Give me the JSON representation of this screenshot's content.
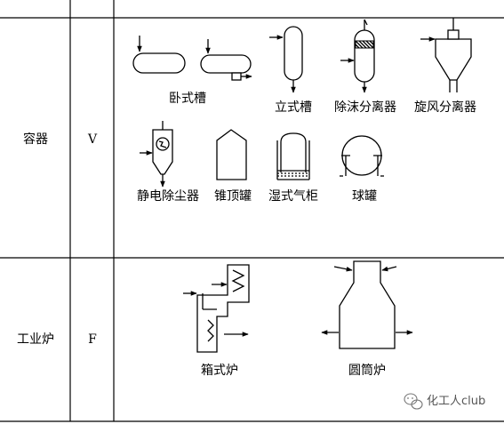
{
  "rows": [
    {
      "category": "容器",
      "code": "V",
      "symbols": [
        {
          "id": "horizontal-tank",
          "label": "卧式槽",
          "icon": "horizontal-tank-icon"
        },
        {
          "id": "vertical-tank",
          "label": "立式槽",
          "icon": "vertical-tank-icon"
        },
        {
          "id": "demister-separator",
          "label": "除沫分离器",
          "icon": "demister-separator-icon"
        },
        {
          "id": "cyclone-separator",
          "label": "旋风分离器",
          "icon": "cyclone-separator-icon"
        },
        {
          "id": "electrostatic-precipitator",
          "label": "静电除尘器",
          "icon": "electrostatic-precipitator-icon"
        },
        {
          "id": "cone-roof-tank",
          "label": "锥顶罐",
          "icon": "cone-roof-tank-icon"
        },
        {
          "id": "wet-gas-holder",
          "label": "湿式气柜",
          "icon": "wet-gas-holder-icon"
        },
        {
          "id": "spherical-tank",
          "label": "球罐",
          "icon": "spherical-tank-icon"
        }
      ]
    },
    {
      "category": "工业炉",
      "code": "F",
      "symbols": [
        {
          "id": "box-furnace",
          "label": "箱式炉",
          "icon": "box-furnace-icon"
        },
        {
          "id": "cylindrical-furnace",
          "label": "圆筒炉",
          "icon": "cylindrical-furnace-icon"
        }
      ]
    }
  ],
  "watermark": "化工人club",
  "watermark_icon": "wechat-logo-icon"
}
